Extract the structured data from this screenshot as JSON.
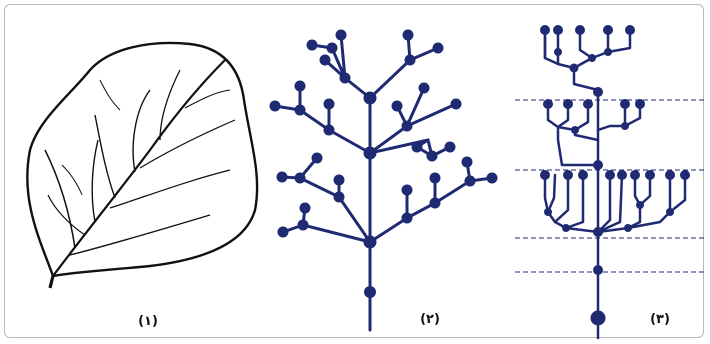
{
  "captions": {
    "panel_1": "(۱)",
    "panel_2": "(۲)",
    "panel_3": "(۳)"
  },
  "colors": {
    "tree": "#1f2a72",
    "leaf_outline": "#111111",
    "frame": "#b9b9b9",
    "level_lines": "#1f2a72"
  },
  "panels": [
    {
      "id": "panel_1",
      "subject": "leaf-venation"
    },
    {
      "id": "panel_2",
      "subject": "branching-tree"
    },
    {
      "id": "panel_3",
      "subject": "layered-hierarchical-tree"
    }
  ]
}
